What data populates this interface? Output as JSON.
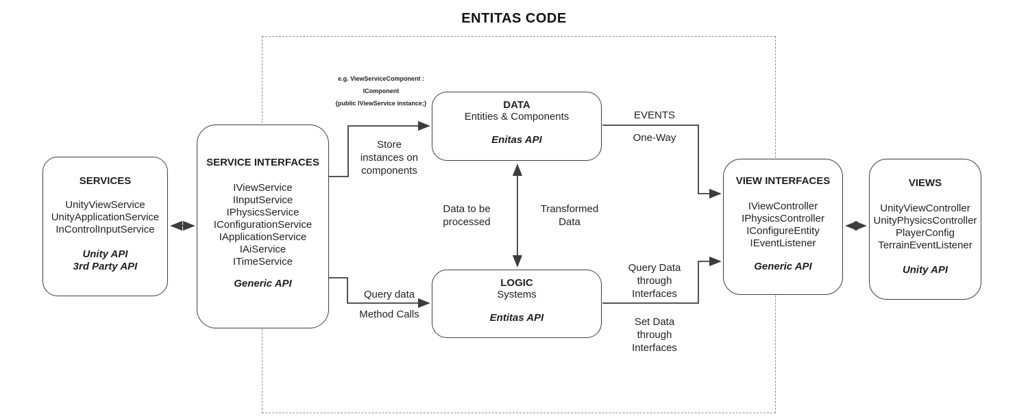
{
  "title": "ENTITAS CODE",
  "boxes": {
    "services": {
      "title": "SERVICES",
      "items": [
        "UnityViewService",
        "UnityApplicationService",
        "InControlInputService"
      ],
      "api": "Unity API\n3rd Party API"
    },
    "service_interfaces": {
      "title": "SERVICE INTERFACES",
      "items": [
        "IViewService",
        "IInputService",
        "IPhysicsService",
        "IConfigurationService",
        "IApplicationService",
        "IAiService",
        "ITimeService"
      ],
      "api": "Generic API"
    },
    "data": {
      "title": "DATA",
      "subtitle": "Entities & Components",
      "api": "Enitas API"
    },
    "logic": {
      "title": "LOGIC",
      "subtitle": "Systems",
      "api": "Entitas API"
    },
    "view_interfaces": {
      "title": "VIEW INTERFACES",
      "items": [
        "IViewController",
        "IPhysicsController",
        "IConfigureEntity",
        "IEventListener"
      ],
      "api": "Generic API"
    },
    "views": {
      "title": "VIEWS",
      "items": [
        "UnityViewController",
        "UnityPhysicsController",
        "PlayerConfig",
        "TerrainEventListener"
      ],
      "api": "Unity API"
    }
  },
  "labels": {
    "code_example": "e.g. ViewServiceComponent :\nIComponent\n{public IViewService instance;}",
    "store_instances": "Store\ninstances on\ncomponents",
    "query_data": "Query data",
    "method_calls": "Method Calls",
    "data_to_be_processed": "Data to be\nprocessed",
    "transformed_data": "Transformed\nData",
    "events": "EVENTS",
    "one_way": "One-Way",
    "query_data_through_interfaces": "Query Data\nthrough\nInterfaces",
    "set_data_through_interfaces": "Set Data\nthrough\nInterfaces"
  },
  "colors": {
    "line": "#3c3c3c",
    "dashed_border": "#8c8c8c",
    "text": "#1f1f1f",
    "background": "#ffffff"
  }
}
